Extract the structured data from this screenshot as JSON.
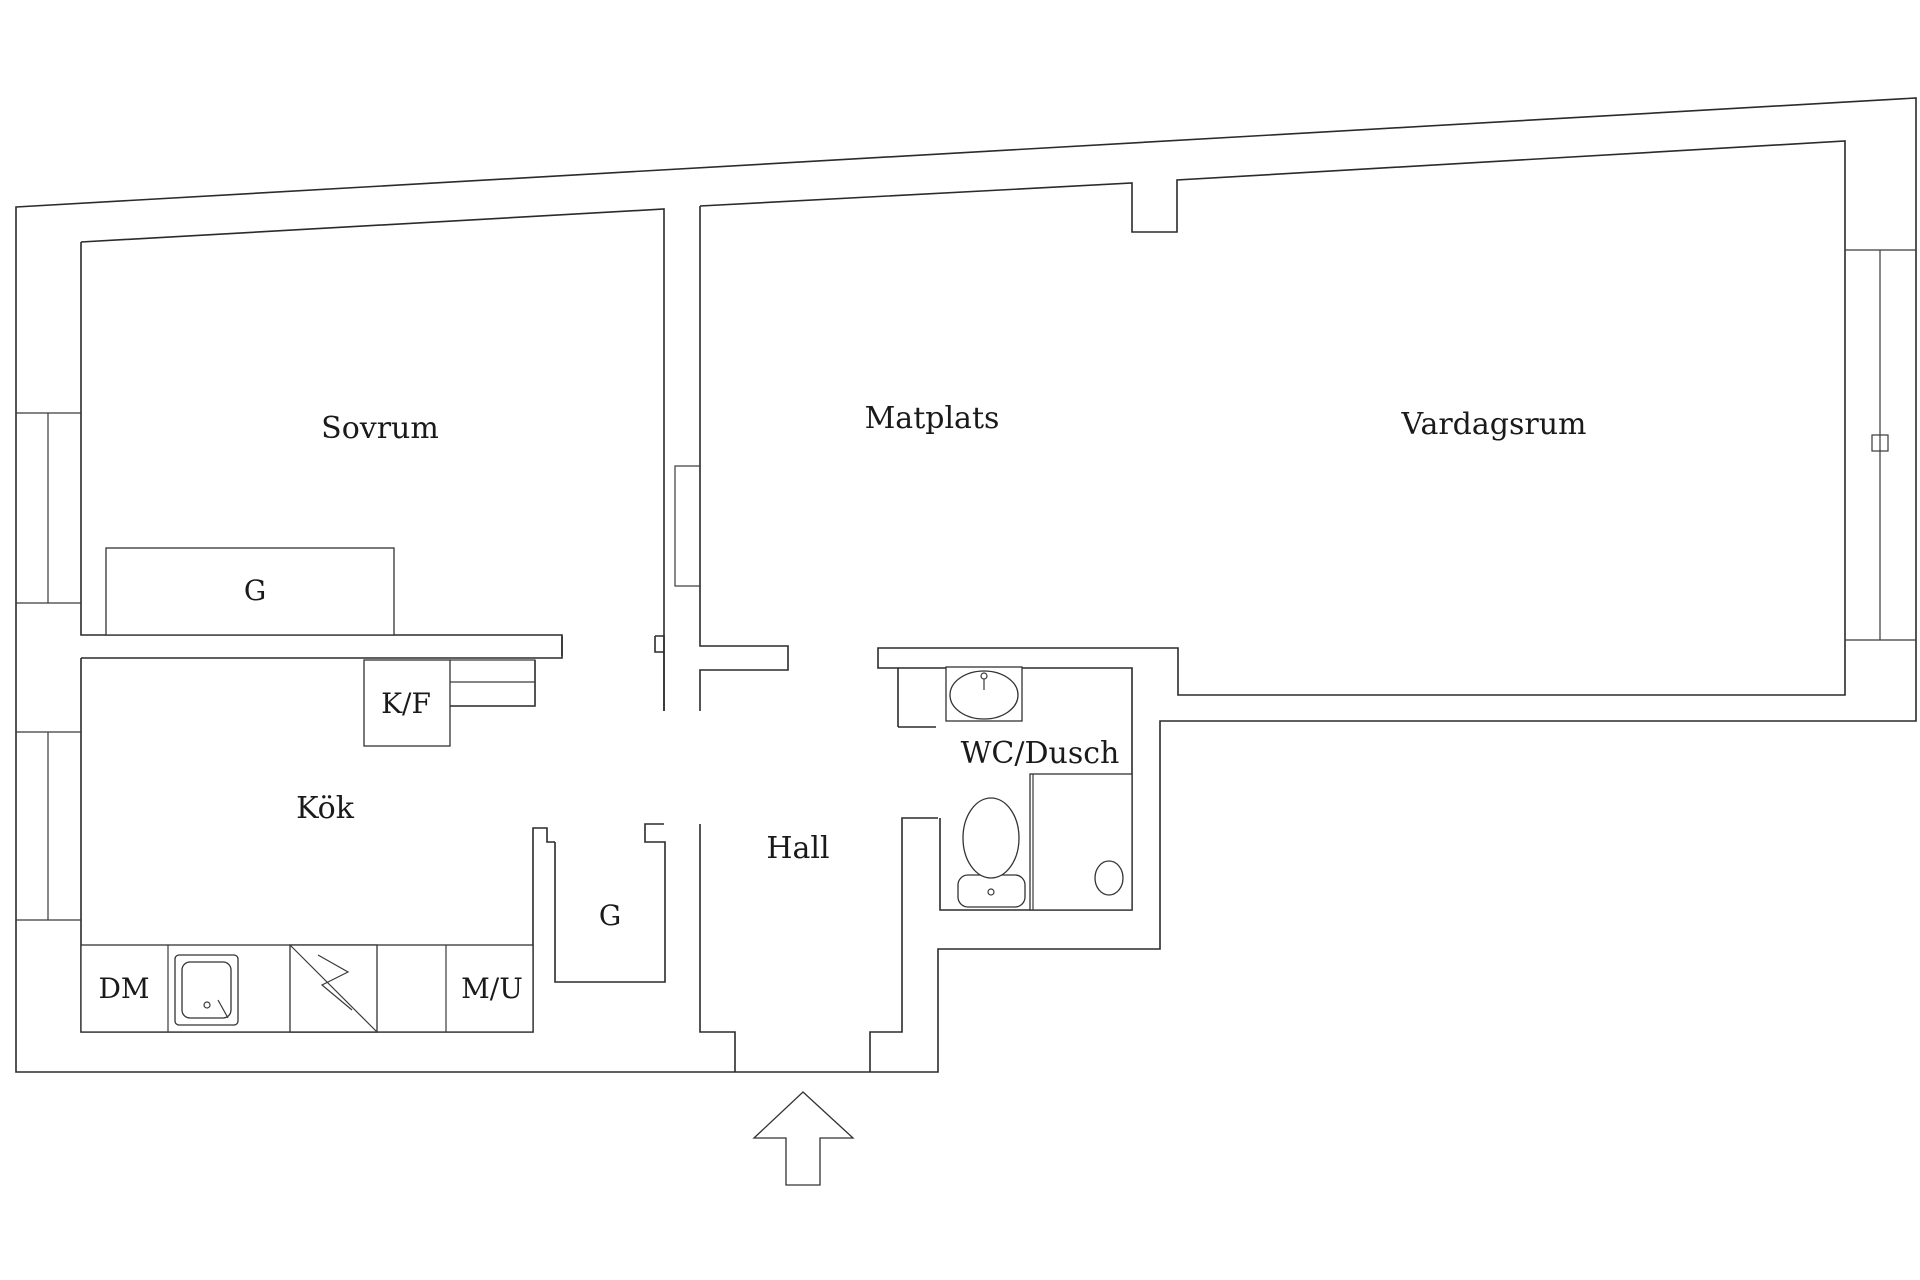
{
  "rooms": {
    "sovrum": "Sovrum",
    "matplats": "Matplats",
    "vardagsrum": "Vardagsrum",
    "kok": "Kök",
    "hall": "Hall",
    "wc_dusch": "WC/Dusch"
  },
  "fixtures": {
    "wardrobe_bedroom": "G",
    "wardrobe_hall": "G",
    "fridge_freezer": "K/F",
    "dishwasher": "DM",
    "microwave_oven": "M/U"
  },
  "colors": {
    "line": "#2b2b2b",
    "background": "#ffffff"
  }
}
